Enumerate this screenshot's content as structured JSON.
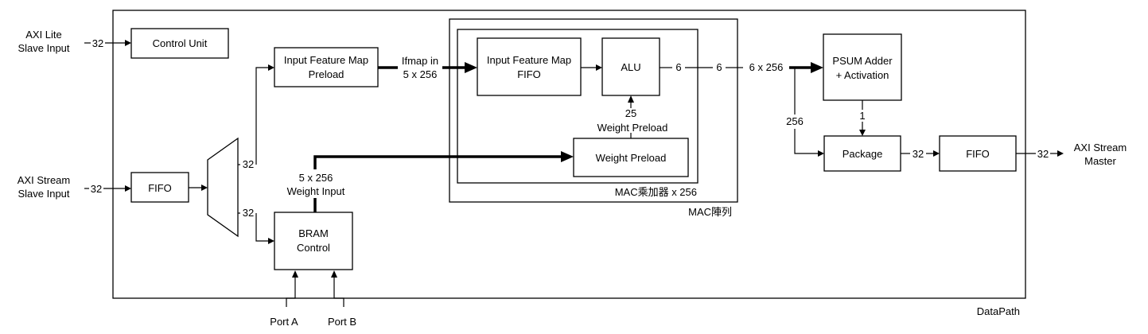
{
  "frames": {
    "datapath": "DataPath",
    "mac_array": "MAC陣列",
    "mac_unit": "MAC乘加器 x 256"
  },
  "inputs": {
    "axi_lite": [
      "AXI Lite",
      "Slave Input"
    ],
    "axi_stream": [
      "AXI Stream",
      "Slave Input"
    ],
    "port_a": "Port A",
    "port_b": "Port B"
  },
  "outputs": {
    "axi_master": [
      "AXI Stream",
      "Master"
    ]
  },
  "blocks": {
    "control_unit": [
      "Control Unit"
    ],
    "fifo_in": [
      "FIFO"
    ],
    "ifmap_preload": [
      "Input Feature Map",
      "Preload"
    ],
    "bram_control": [
      "BRAM",
      "Control"
    ],
    "ifmap_fifo": [
      "Input Feature Map",
      "FIFO"
    ],
    "alu": [
      "ALU"
    ],
    "weight_preload": [
      "Weight Preload"
    ],
    "psum_adder": [
      "PSUM Adder",
      "+ Activation"
    ],
    "package": [
      "Package"
    ],
    "fifo_out": [
      "FIFO"
    ]
  },
  "signals": {
    "axi_lite_width": "32",
    "axi_stream_width": "32",
    "demux_top": "32",
    "demux_bottom": "32",
    "ifmap_bus": [
      "Ifmap in",
      "5 x 256"
    ],
    "weight_bus": [
      "5 x 256",
      "Weight Input"
    ],
    "alu_weight": [
      "25",
      "Weight Preload"
    ],
    "alu_out_a": "6",
    "alu_out_b": "6",
    "mac_out": "6 x 256",
    "psum_branch": "256",
    "psum_to_package": "1",
    "package_out": "32",
    "master_width": "32"
  }
}
